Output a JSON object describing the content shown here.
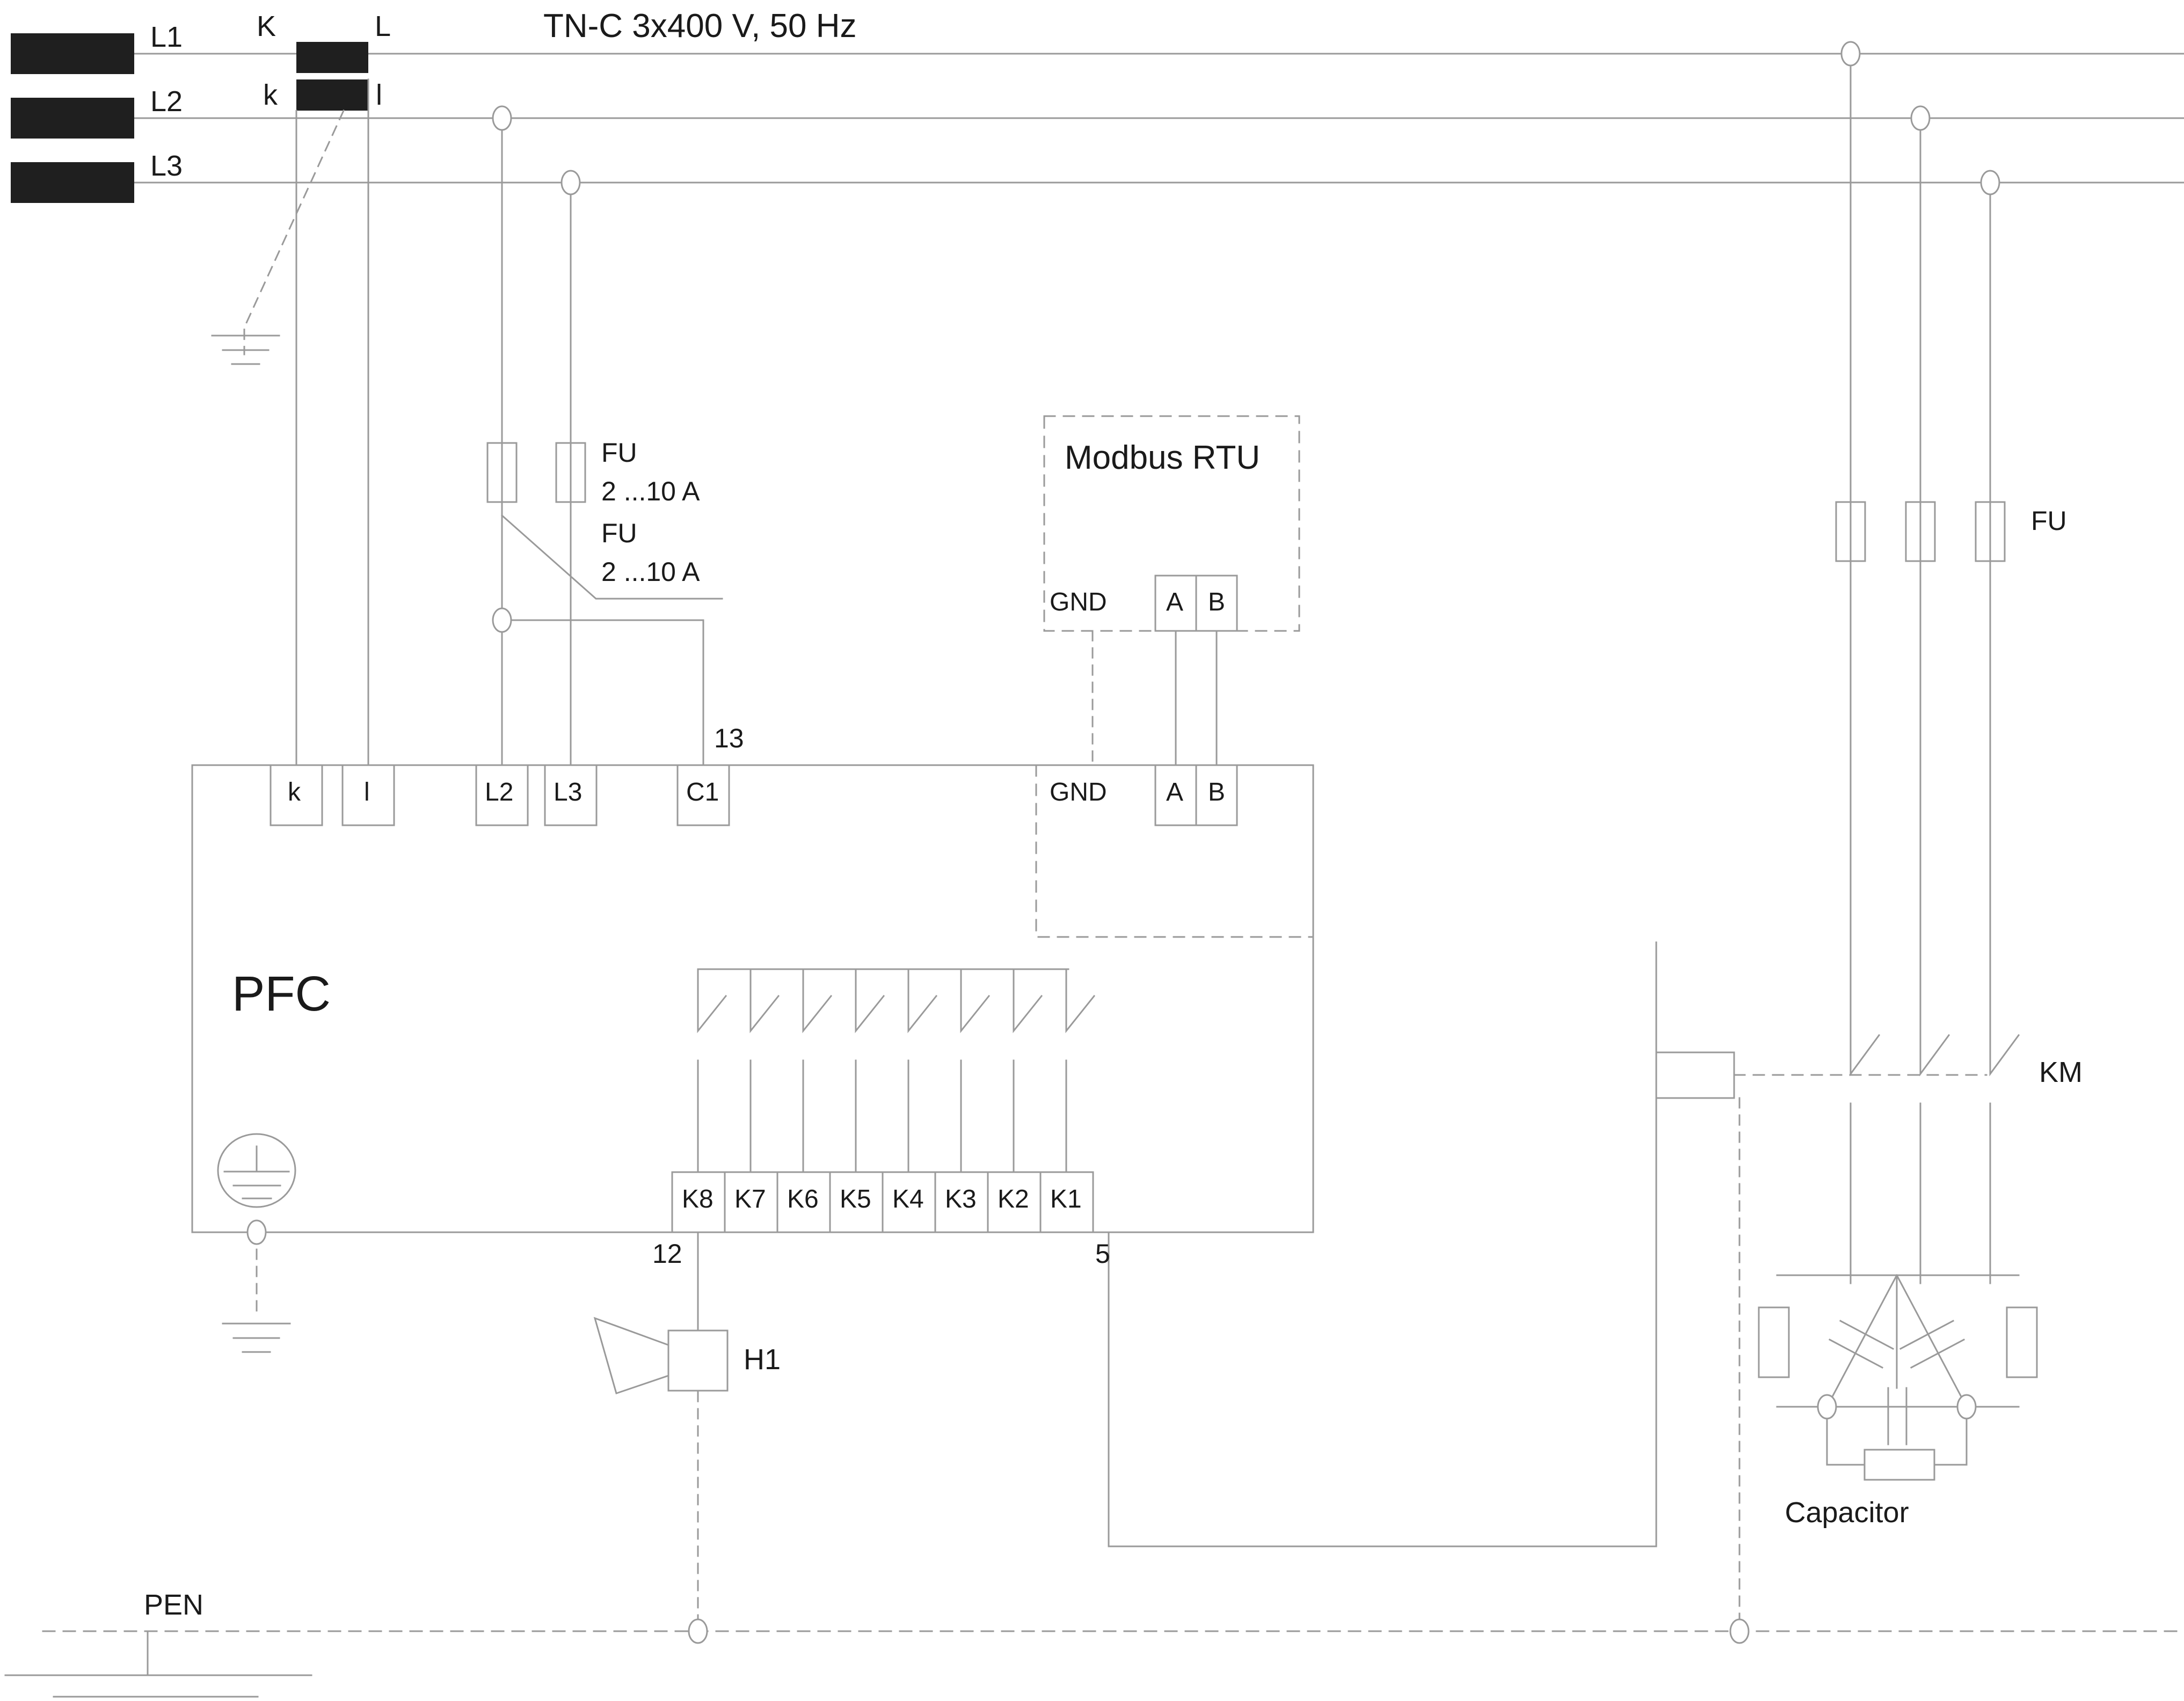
{
  "diagram": {
    "title": "TN-C 3x400 V, 50 Hz",
    "main_block_label": "PFC",
    "bottom_bus_label": "PEN",
    "capacitor_label": "Capacitor",
    "contactor_label": "KM",
    "horn_label": "H1",
    "modbus_label": "Modbus RTU",
    "colors": {
      "line": "#9a9a9a",
      "text": "#1a1a1a",
      "ct_fill": "#1f1f1f",
      "background": "#ffffff"
    }
  },
  "phase_lines": [
    {
      "label": "L1"
    },
    {
      "label": "L2"
    },
    {
      "label": "L3"
    }
  ],
  "ct": {
    "primary_left_label": "K",
    "primary_right_label": "L",
    "secondary_left_label": "k",
    "secondary_right_label": "l"
  },
  "fuses": {
    "control_upper": {
      "designation": "FU",
      "rating": "2 ...10 A"
    },
    "control_lower": {
      "designation": "FU",
      "rating": "2 ...10 A"
    },
    "capacitor_branch": {
      "designation": "FU"
    }
  },
  "modbus": {
    "title": "Modbus RTU",
    "terminals": [
      {
        "label": "GND",
        "boxed": false
      },
      {
        "label": "A",
        "boxed": true
      },
      {
        "label": "B",
        "boxed": true
      }
    ]
  },
  "pfc": {
    "label": "PFC",
    "top_terminals": [
      {
        "label": "k"
      },
      {
        "label": "l"
      },
      {
        "label": "L2"
      },
      {
        "label": "L3"
      },
      {
        "label": "C1"
      }
    ],
    "comm_terminals": [
      {
        "label": "GND",
        "boxed": false
      },
      {
        "label": "A",
        "boxed": true
      },
      {
        "label": "B",
        "boxed": true
      }
    ],
    "relay_terminals": [
      {
        "label": "K8"
      },
      {
        "label": "K7"
      },
      {
        "label": "K6"
      },
      {
        "label": "K5"
      },
      {
        "label": "K4"
      },
      {
        "label": "K3"
      },
      {
        "label": "K2"
      },
      {
        "label": "K1"
      }
    ],
    "pin_numbers": {
      "c1_pin": "13",
      "k8_pin": "12",
      "k1_pin": "5"
    }
  },
  "capacitor_bank": {
    "label": "Capacitor",
    "contactor": "KM"
  },
  "annunciator": {
    "label": "H1"
  }
}
